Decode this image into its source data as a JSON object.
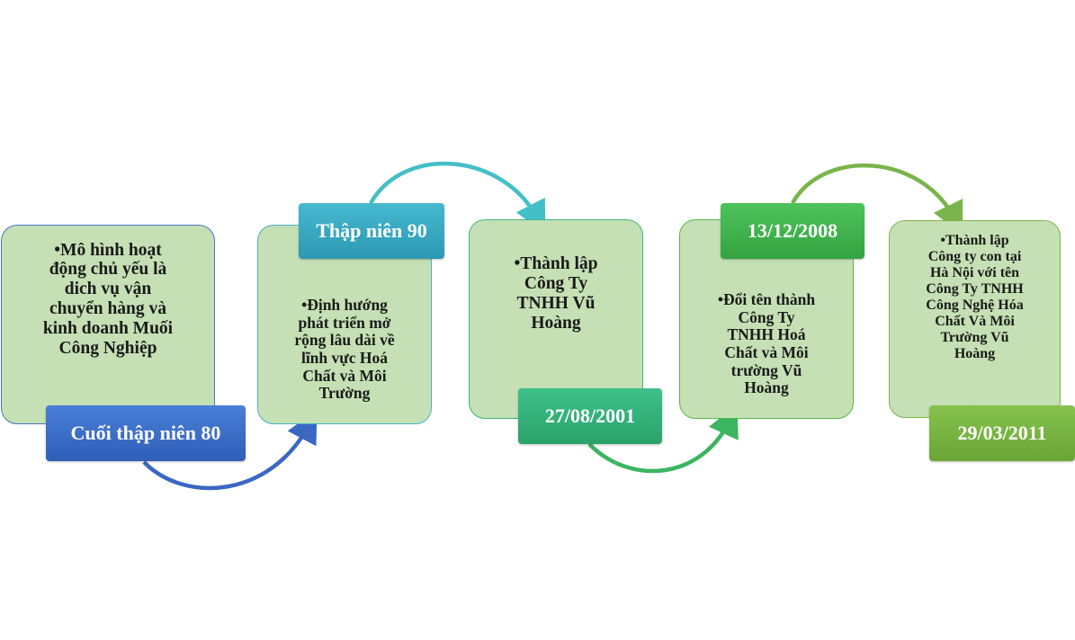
{
  "stages": [
    {
      "label": "Cuối thập niên 80",
      "lines": [
        "•Mô hình hoạt",
        "động chủ yếu là",
        "dich vụ vận",
        "chuyển hàng và",
        "kinh doanh Muối",
        "Công Nghiệp"
      ],
      "color": "#3566c4"
    },
    {
      "label": "Thập niên 90",
      "lines": [
        "•Định hướng",
        "phát triển mở",
        "rộng lâu dài về",
        "lĩnh vực Hoá",
        "Chất và Môi",
        "Trường"
      ],
      "color": "#3ca9c2"
    },
    {
      "label": "27/08/2001",
      "lines": [
        "•Thành lập",
        "Công Ty",
        "TNHH Vũ",
        "Hoàng"
      ],
      "color": "#2fb07a"
    },
    {
      "label": "13/12/2008",
      "lines": [
        "•Đổi tên thành",
        "Công Ty",
        "TNHH Hoá",
        "Chất và Môi",
        "trường Vũ",
        "Hoàng"
      ],
      "color": "#3fb24d"
    },
    {
      "label": "29/03/2011",
      "lines": [
        "•Thành lập",
        "Công ty con tại",
        "Hà Nội với tên",
        "Công Ty TNHH",
        "Công Nghệ Hóa",
        "Chất Và Môi",
        "Trường Vũ",
        "Hoàng"
      ],
      "color": "#75b242"
    }
  ],
  "arrow_colors": [
    "#3a68c2",
    "#43bfc7",
    "#3bb560",
    "#79b54a"
  ]
}
